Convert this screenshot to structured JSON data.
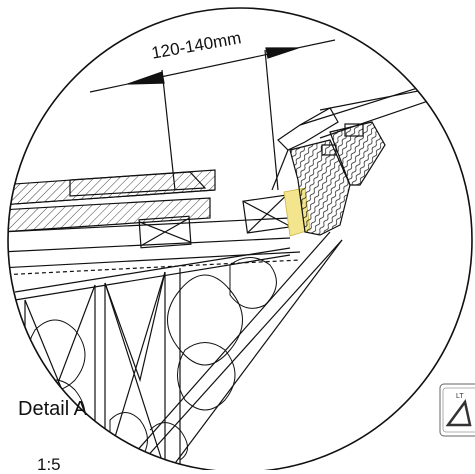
{
  "drawing": {
    "dimension_label": "120-140mm",
    "detail_title": "Detail A",
    "detail_scale": "1:5",
    "badge_text": "LT",
    "colors": {
      "line": "#111111",
      "highlight": "#f2e58e",
      "background": "#ffffff"
    }
  }
}
